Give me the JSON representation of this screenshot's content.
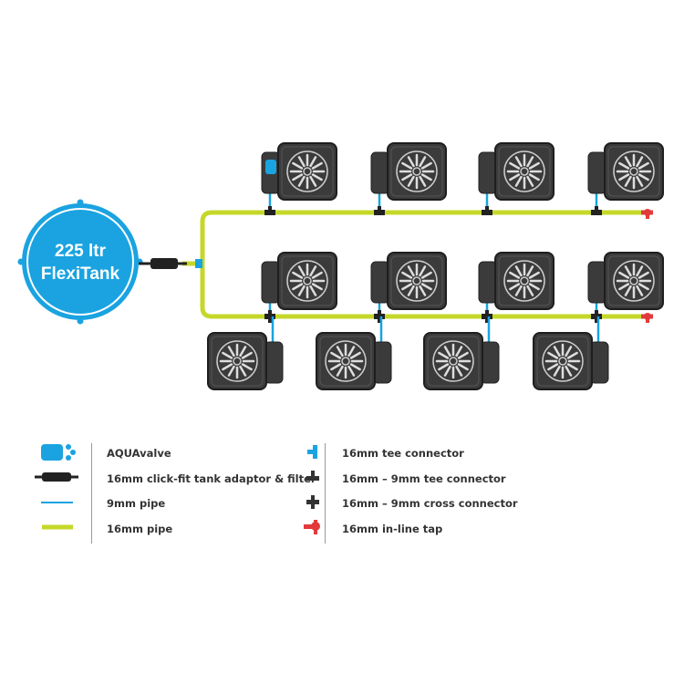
{
  "tank": {
    "volume": "225 ltr",
    "name": "FlexiTank"
  },
  "legend_left": [
    {
      "icon": "aquavalve-icon",
      "label": "AQUAvalve"
    },
    {
      "icon": "tank-adaptor-filter-icon",
      "label": "16mm click-fit tank adaptor & filter"
    },
    {
      "icon": "9mm-pipe-icon",
      "label": "9mm pipe"
    },
    {
      "icon": "16mm-pipe-icon",
      "label": "16mm pipe"
    }
  ],
  "legend_right": [
    {
      "icon": "tee-connector-icon",
      "label": "16mm tee connector"
    },
    {
      "icon": "tee-connector-16-9-icon",
      "label": "16mm – 9mm tee connector"
    },
    {
      "icon": "cross-connector-icon",
      "label": "16mm – 9mm cross connector"
    },
    {
      "icon": "inline-tap-icon",
      "label": "16mm in-line tap"
    }
  ],
  "colors": {
    "tank": "#1aa3e0",
    "pipe16": "#c5d829",
    "pipe9": "#1aa3e0",
    "tap": "#e23a3a",
    "pot": "#3b3b3b"
  }
}
